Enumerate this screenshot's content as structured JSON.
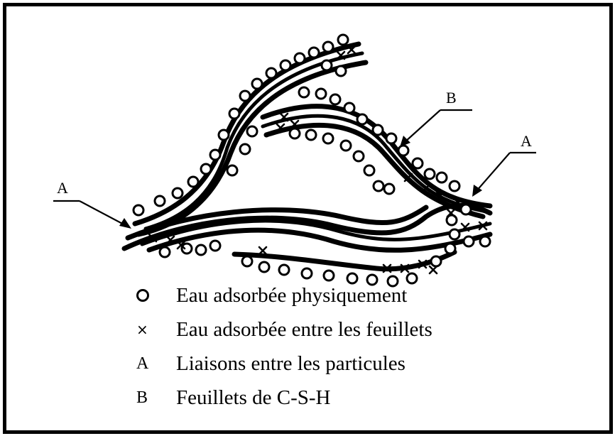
{
  "labels": {
    "a_left": "A",
    "a_right": "A",
    "b_top": "B"
  },
  "legend": [
    {
      "symbol": "o",
      "text": "Eau adsorbée physiquement"
    },
    {
      "symbol": "×",
      "text": "Eau adsorbée entre les feuillets"
    },
    {
      "symbol": "A",
      "text": "Liaisons entre les particules"
    },
    {
      "symbol": "B",
      "text": "Feuillets de C-S-H"
    }
  ]
}
